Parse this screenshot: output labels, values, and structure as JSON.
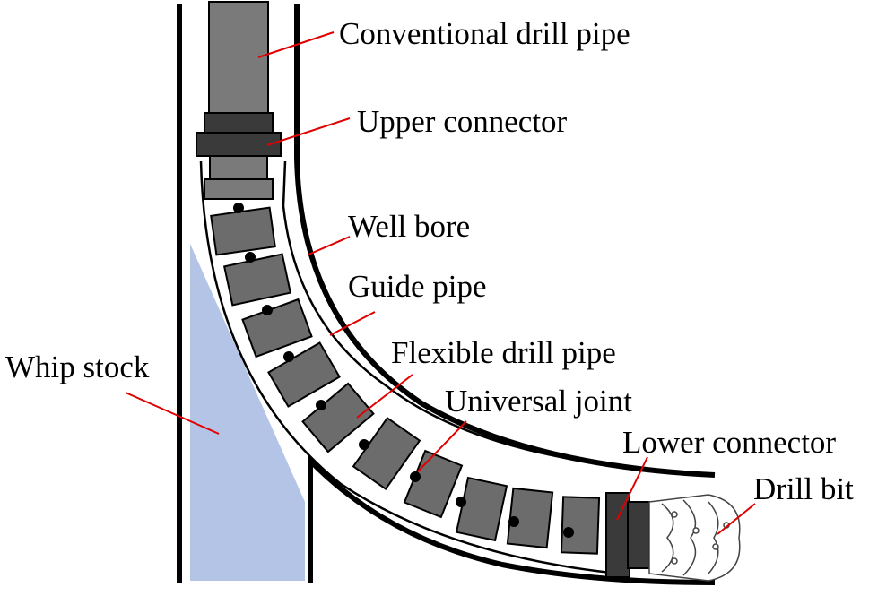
{
  "labels": {
    "conventional_drill_pipe": "Conventional drill pipe",
    "upper_connector": "Upper connector",
    "well_bore": "Well bore",
    "guide_pipe": "Guide pipe",
    "whip_stock": "Whip stock",
    "flexible_drill_pipe": "Flexible drill pipe",
    "universal_joint": "Universal joint",
    "lower_connector": "Lower connector",
    "drill_bit": "Drill bit"
  },
  "colors": {
    "leader_line": "#e00000",
    "whip_stock": "#b4c4e6",
    "pipe_segment": "#6c6c6c",
    "connector": "#3a3a3a",
    "drill_pipe": "#7a7a7a",
    "wall": "#000000"
  }
}
